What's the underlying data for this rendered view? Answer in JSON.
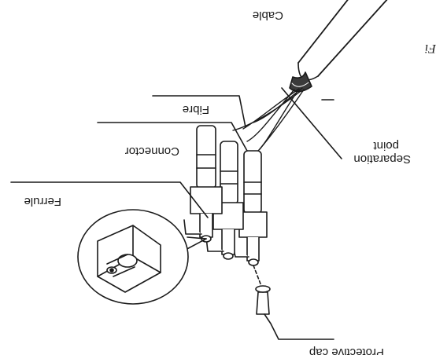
{
  "figure": {
    "label_fragment": "Fi",
    "labels": {
      "cable": "Cable",
      "separation_line1": "Separation",
      "separation_line2": "point",
      "fibre": "Fibre",
      "connector": "Connector",
      "ferrule": "Ferrule",
      "protective_cap": "Protective cap"
    },
    "colors": {
      "line": "#1a1a1a",
      "fill": "#ffffff",
      "cable_shade": "#4a4a4a"
    }
  }
}
